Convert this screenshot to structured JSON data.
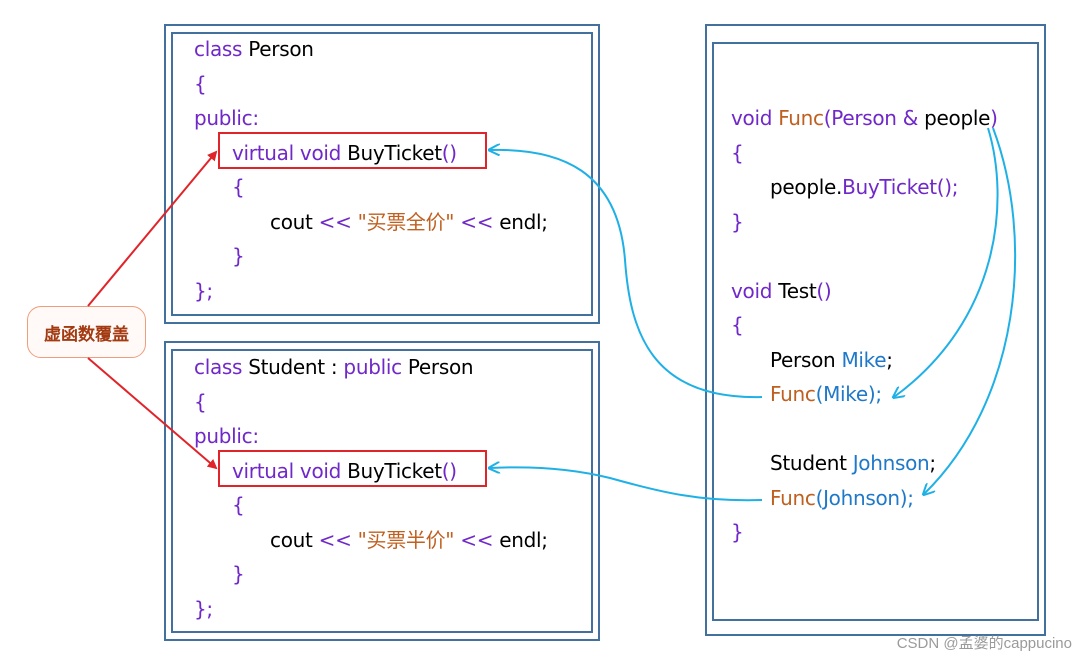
{
  "person_class": {
    "lines": [
      {
        "indent": 0,
        "tokens": [
          {
            "t": "class ",
            "c": "kw"
          },
          {
            "t": "Person",
            "c": "pl"
          }
        ]
      },
      {
        "indent": 0,
        "tokens": [
          {
            "t": "{",
            "c": "kw"
          }
        ]
      },
      {
        "indent": 0,
        "tokens": [
          {
            "t": "public:",
            "c": "kw"
          }
        ]
      },
      {
        "indent": 1,
        "tokens": [
          {
            "t": "virtual void ",
            "c": "kw"
          },
          {
            "t": "BuyTicket",
            "c": "pl"
          },
          {
            "t": "()",
            "c": "kw"
          }
        ]
      },
      {
        "indent": 1,
        "tokens": [
          {
            "t": "{",
            "c": "kw"
          }
        ]
      },
      {
        "indent": 2,
        "tokens": [
          {
            "t": "cout ",
            "c": "pl"
          },
          {
            "t": "<< ",
            "c": "kw"
          },
          {
            "t": "\"买票全价\"",
            "c": "st"
          },
          {
            "t": " << ",
            "c": "kw"
          },
          {
            "t": "endl;",
            "c": "pl"
          }
        ]
      },
      {
        "indent": 1,
        "tokens": [
          {
            "t": "}",
            "c": "kw"
          }
        ]
      },
      {
        "indent": 0,
        "tokens": [
          {
            "t": "};",
            "c": "kw"
          }
        ]
      }
    ]
  },
  "student_class": {
    "lines": [
      {
        "indent": 0,
        "tokens": [
          {
            "t": "class ",
            "c": "kw"
          },
          {
            "t": "Student",
            "c": "pl"
          },
          {
            "t": " : ",
            "c": "pl"
          },
          {
            "t": "public ",
            "c": "kw"
          },
          {
            "t": "Person",
            "c": "pl"
          }
        ]
      },
      {
        "indent": 0,
        "tokens": [
          {
            "t": "{",
            "c": "kw"
          }
        ]
      },
      {
        "indent": 0,
        "tokens": [
          {
            "t": "public:",
            "c": "kw"
          }
        ]
      },
      {
        "indent": 1,
        "tokens": [
          {
            "t": "virtual void ",
            "c": "kw"
          },
          {
            "t": "BuyTicket",
            "c": "pl"
          },
          {
            "t": "()",
            "c": "kw"
          }
        ]
      },
      {
        "indent": 1,
        "tokens": [
          {
            "t": "{",
            "c": "kw"
          }
        ]
      },
      {
        "indent": 2,
        "tokens": [
          {
            "t": "cout ",
            "c": "pl"
          },
          {
            "t": "<< ",
            "c": "kw"
          },
          {
            "t": "\"买票半价\"",
            "c": "st"
          },
          {
            "t": " << ",
            "c": "kw"
          },
          {
            "t": "endl;",
            "c": "pl"
          }
        ]
      },
      {
        "indent": 1,
        "tokens": [
          {
            "t": "}",
            "c": "kw"
          }
        ]
      },
      {
        "indent": 0,
        "tokens": [
          {
            "t": "};",
            "c": "kw"
          }
        ]
      }
    ]
  },
  "functions": {
    "lines": [
      {
        "indent": 0,
        "tokens": [
          {
            "t": "void ",
            "c": "kw"
          },
          {
            "t": "Func",
            "c": "fn"
          },
          {
            "t": "(",
            "c": "kw"
          },
          {
            "t": "Person",
            "c": "kw"
          },
          {
            "t": " & ",
            "c": "kw"
          },
          {
            "t": "people",
            "c": "pl"
          },
          {
            "t": ")",
            "c": "kw"
          }
        ]
      },
      {
        "indent": 0,
        "tokens": [
          {
            "t": "{",
            "c": "kw"
          }
        ]
      },
      {
        "indent": 1,
        "tokens": [
          {
            "t": "people.",
            "c": "pl"
          },
          {
            "t": "BuyTicket",
            "c": "kw"
          },
          {
            "t": "();",
            "c": "kw"
          }
        ]
      },
      {
        "indent": 0,
        "tokens": [
          {
            "t": "}",
            "c": "kw"
          }
        ]
      },
      {
        "indent": 0,
        "tokens": []
      },
      {
        "indent": 0,
        "tokens": [
          {
            "t": "void ",
            "c": "kw"
          },
          {
            "t": "Test",
            "c": "pl"
          },
          {
            "t": "()",
            "c": "kw"
          }
        ]
      },
      {
        "indent": 0,
        "tokens": [
          {
            "t": "{",
            "c": "kw"
          }
        ]
      },
      {
        "indent": 1,
        "tokens": [
          {
            "t": "Person ",
            "c": "pl"
          },
          {
            "t": "Mike",
            "c": "vr"
          },
          {
            "t": ";",
            "c": "pl"
          }
        ]
      },
      {
        "indent": 1,
        "tokens": [
          {
            "t": "Func",
            "c": "fn"
          },
          {
            "t": "(",
            "c": "vr"
          },
          {
            "t": "Mike",
            "c": "vr"
          },
          {
            "t": ");",
            "c": "vr"
          }
        ]
      },
      {
        "indent": 0,
        "tokens": []
      },
      {
        "indent": 1,
        "tokens": [
          {
            "t": "Student ",
            "c": "pl"
          },
          {
            "t": "Johnson",
            "c": "vr"
          },
          {
            "t": ";",
            "c": "pl"
          }
        ]
      },
      {
        "indent": 1,
        "tokens": [
          {
            "t": "Func",
            "c": "fn"
          },
          {
            "t": "(",
            "c": "vr"
          },
          {
            "t": "Johnson",
            "c": "vr"
          },
          {
            "t": ");",
            "c": "vr"
          }
        ]
      },
      {
        "indent": 0,
        "tokens": [
          {
            "t": "}",
            "c": "kw"
          }
        ]
      }
    ]
  },
  "annotation": {
    "label": "虚函数覆盖"
  },
  "watermark": "CSDN @孟婆的cappucino",
  "colors": {
    "keyword": "#7028c8",
    "plain": "#000000",
    "function": "#c06020",
    "variable": "#1f78c8",
    "string": "#c06020",
    "box_border": "#41719c",
    "highlight_red": "#e0242a",
    "arrow_blue": "#1fb0e6",
    "label_border": "#ef9d7c",
    "label_text": "#a33a12"
  }
}
